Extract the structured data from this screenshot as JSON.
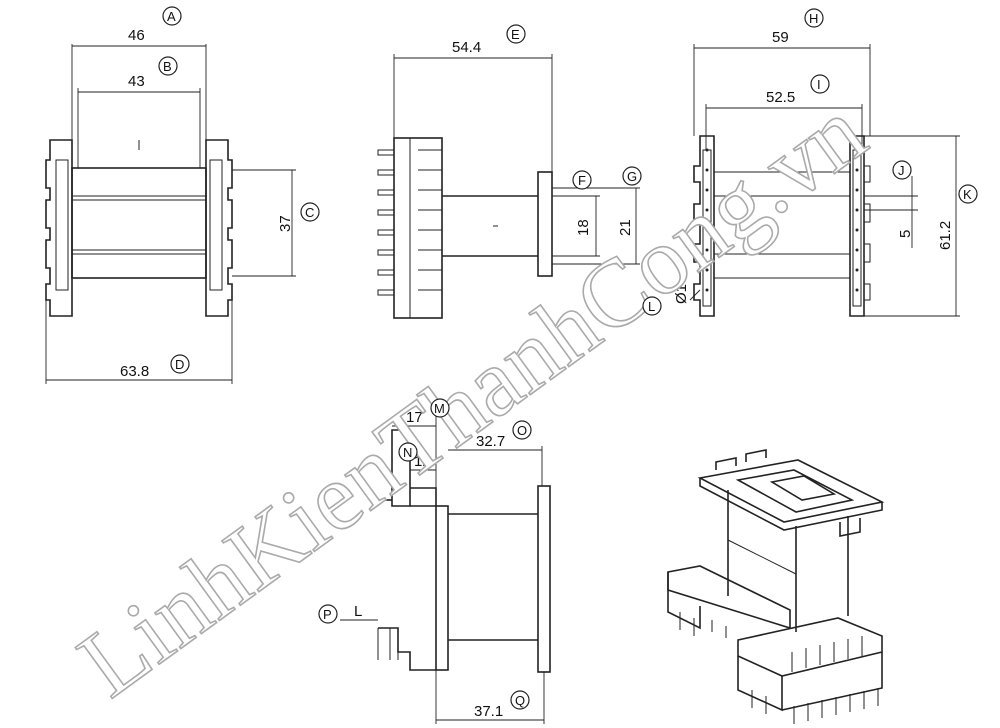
{
  "callouts": {
    "A": "A",
    "B": "B",
    "C": "C",
    "D": "D",
    "E": "E",
    "F": "F",
    "G": "G",
    "H": "H",
    "I": "I",
    "J": "J",
    "K": "K",
    "L": "L",
    "M": "M",
    "N": "N",
    "O": "O",
    "P": "P",
    "Q": "Q"
  },
  "dims": {
    "a": "46",
    "b": "43",
    "c": "37",
    "d": "63.8",
    "e": "54.4",
    "f": "18",
    "g": "21",
    "h": "59",
    "i": "52.5",
    "j": "5",
    "k": "61.2",
    "l": "Ø1",
    "m": "17",
    "n": "12",
    "o": "32.7",
    "p": "L",
    "q": "37.1"
  },
  "watermark": "LinhKienThanhCong.vn"
}
